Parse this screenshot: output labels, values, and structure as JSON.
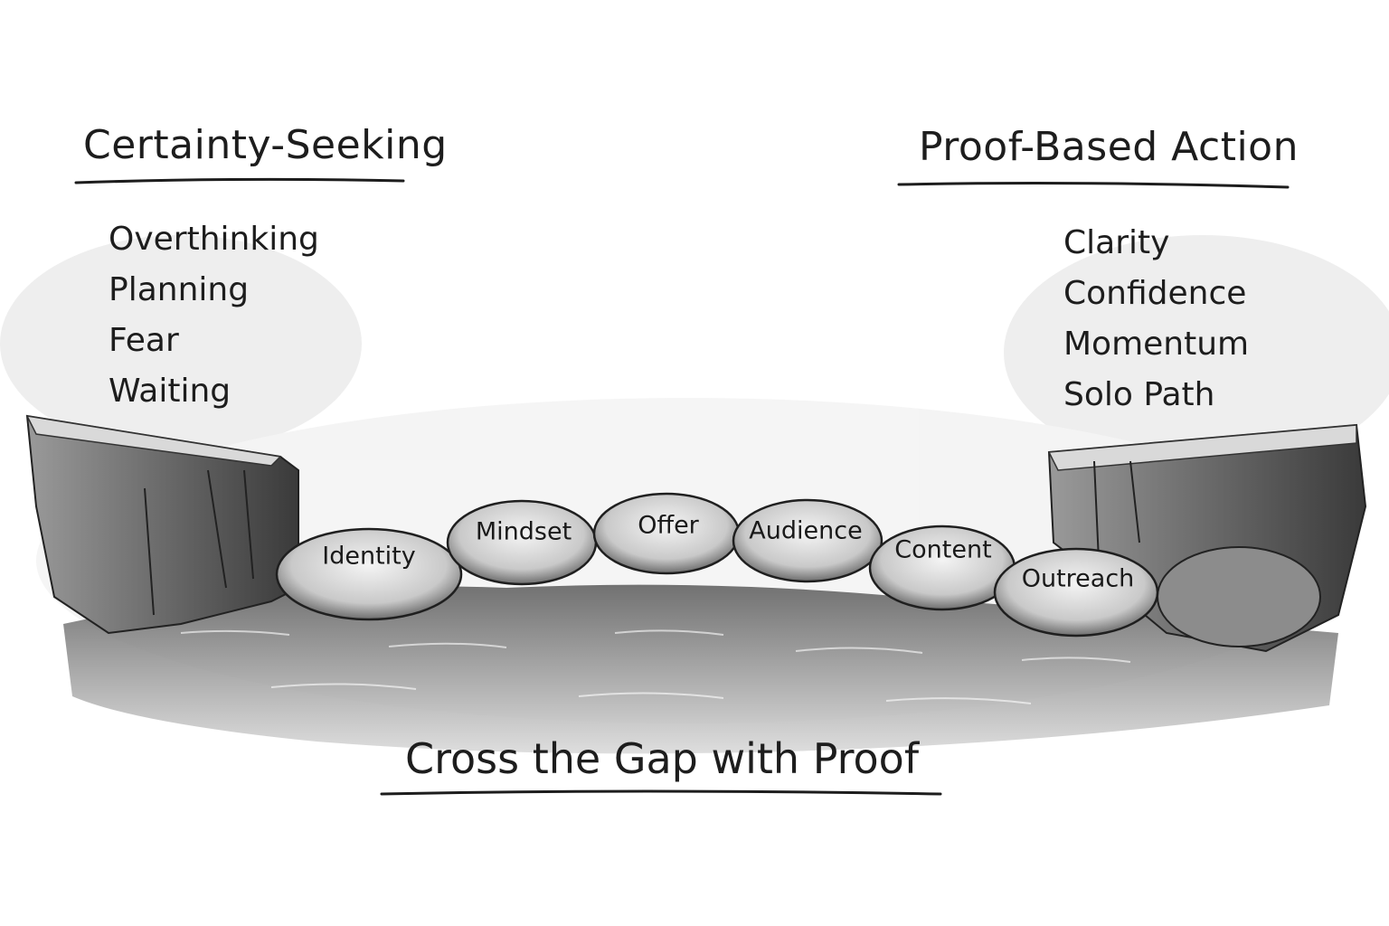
{
  "left": {
    "heading": "Certainty-Seeking",
    "items": [
      "Overthinking",
      "Planning",
      "Fear",
      "Waiting"
    ]
  },
  "right": {
    "heading": "Proof-Based Action",
    "items": [
      "Clarity",
      "Confidence",
      "Momentum",
      "Solo Path"
    ]
  },
  "stones": [
    "Identity",
    "Mindset",
    "Offer",
    "Audience",
    "Content",
    "Outreach"
  ],
  "footer": "Cross the Gap with Proof",
  "colors": {
    "ink": "#1d1d1d",
    "shade": "#6b6b6b",
    "paper": "#ffffff"
  }
}
